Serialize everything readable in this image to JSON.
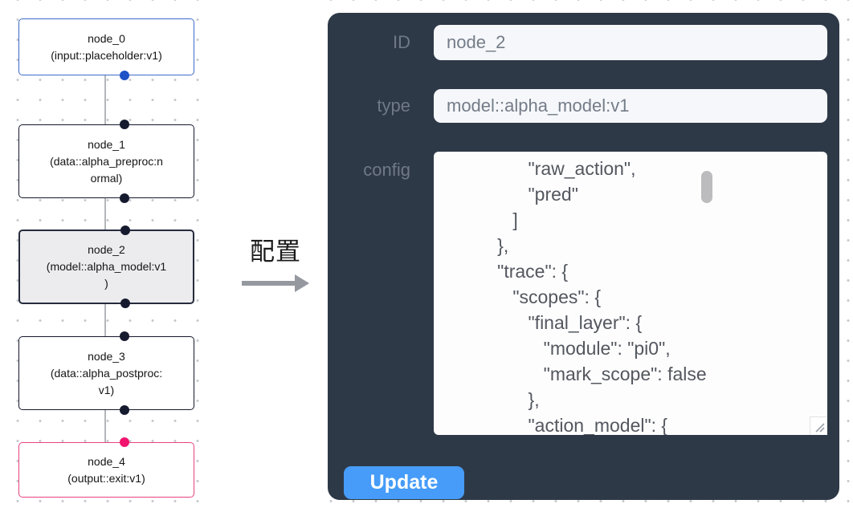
{
  "flow": {
    "nodes": [
      {
        "id": "node_0",
        "type": "input::placeholder:v1",
        "lines": [
          "node_0",
          "(input::placeholder:v1)"
        ],
        "accent": "blue",
        "selected": false
      },
      {
        "id": "node_1",
        "type": "data::alpha_preproc:normal",
        "lines": [
          "node_1",
          "(data::alpha_preproc:n",
          "ormal)"
        ],
        "accent": "default",
        "selected": false
      },
      {
        "id": "node_2",
        "type": "model::alpha_model:v1",
        "lines": [
          "node_2",
          "(model::alpha_model:v1",
          ")"
        ],
        "accent": "default",
        "selected": true
      },
      {
        "id": "node_3",
        "type": "data::alpha_postproc:v1",
        "lines": [
          "node_3",
          "(data::alpha_postproc:",
          "v1)"
        ],
        "accent": "default",
        "selected": false
      },
      {
        "id": "node_4",
        "type": "output::exit:v1",
        "lines": [
          "node_4",
          "(output::exit:v1)"
        ],
        "accent": "pink",
        "selected": false
      }
    ]
  },
  "transfer": {
    "label": "配置"
  },
  "panel": {
    "id_label": "ID",
    "id_value": "node_2",
    "type_label": "type",
    "type_value": "model::alpha_model:v1",
    "config_label": "config",
    "config_lines": [
      "         \"raw_action\",",
      "         \"pred\"",
      "      ]",
      "   },",
      "   \"trace\": {",
      "      \"scopes\": {",
      "         \"final_layer\": {",
      "            \"module\": \"pi0\",",
      "            \"mark_scope\": false",
      "         },",
      "         \"action_model\": {"
    ],
    "update_label": "Update"
  },
  "colors": {
    "panel_background": "#2e3947",
    "field_label": "#6f7887",
    "input_background": "#f5f7fa",
    "input_text": "#747c88",
    "update_button": "#469cf8",
    "node_border_default": "#15182b",
    "node_border_blue": "#3e6bc9",
    "node_border_pink": "#e8437f",
    "node_selected_background": "#ececee",
    "port_dark": "#161a2e",
    "port_blue": "#1d53c6",
    "port_pink": "#f1146e",
    "edge_line": "#b3b6ba",
    "grid_dot": "#c6c9ce"
  }
}
